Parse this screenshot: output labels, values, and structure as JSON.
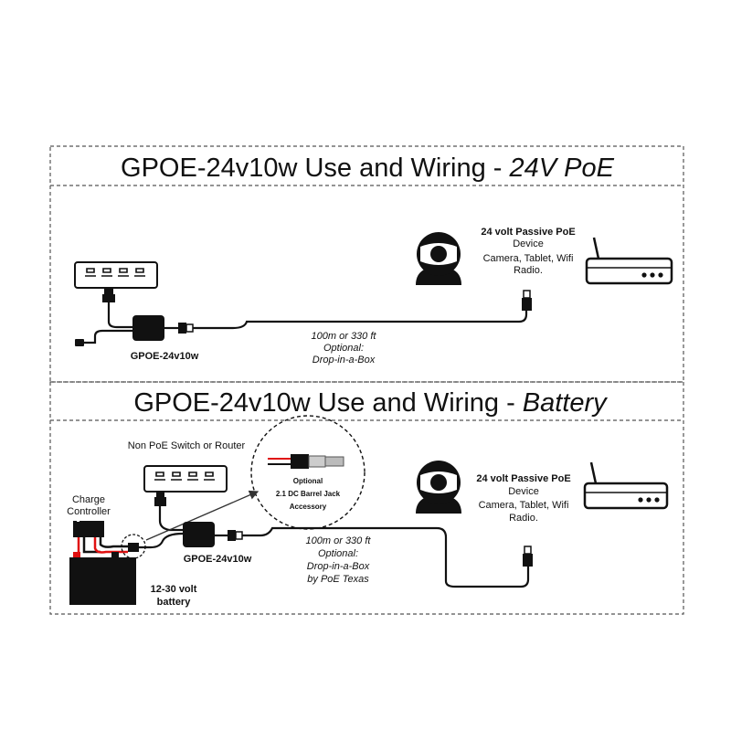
{
  "panel1": {
    "title_main": "GPOE-24v10w Use and Wiring - ",
    "title_em": "24V PoE",
    "device_label": [
      "24 volt Passive PoE",
      "Device"
    ],
    "device_sub": [
      "Camera, Tablet, Wifi",
      "Radio."
    ],
    "injector_label": "GPOE-24v10w",
    "cable_note": [
      "100m or 330 ft",
      "Optional:",
      "Drop-in-a-Box"
    ]
  },
  "panel2": {
    "title_main": "GPOE-24v10w Use and Wiring - ",
    "title_em": "Battery",
    "switch_label": "Non PoE Switch or Router",
    "jack_label": [
      "Optional",
      "2.1 DC Barrel Jack",
      "Accessory"
    ],
    "charge_label": [
      "Charge",
      "Controller"
    ],
    "battery_label": [
      "12-30 volt",
      "battery"
    ],
    "injector_label": "GPOE-24v10w",
    "cable_note": [
      "100m or 330 ft",
      "Optional:",
      "Drop-in-a-Box",
      "by PoE Texas"
    ],
    "device_label": [
      "24 volt Passive PoE",
      "Device"
    ],
    "device_sub": [
      "Camera, Tablet, Wifi",
      "Radio."
    ]
  },
  "colors": {
    "line": "#111111",
    "dash": "#555555",
    "wire_red": "#e01010",
    "arrow": "#333333"
  },
  "icons": [
    "switch-icon",
    "poe-injector-icon",
    "camera-icon",
    "router-icon",
    "barrel-jack-icon",
    "charge-controller-icon",
    "battery-icon",
    "dc-plug-icon",
    "ethernet-plug-icon"
  ]
}
